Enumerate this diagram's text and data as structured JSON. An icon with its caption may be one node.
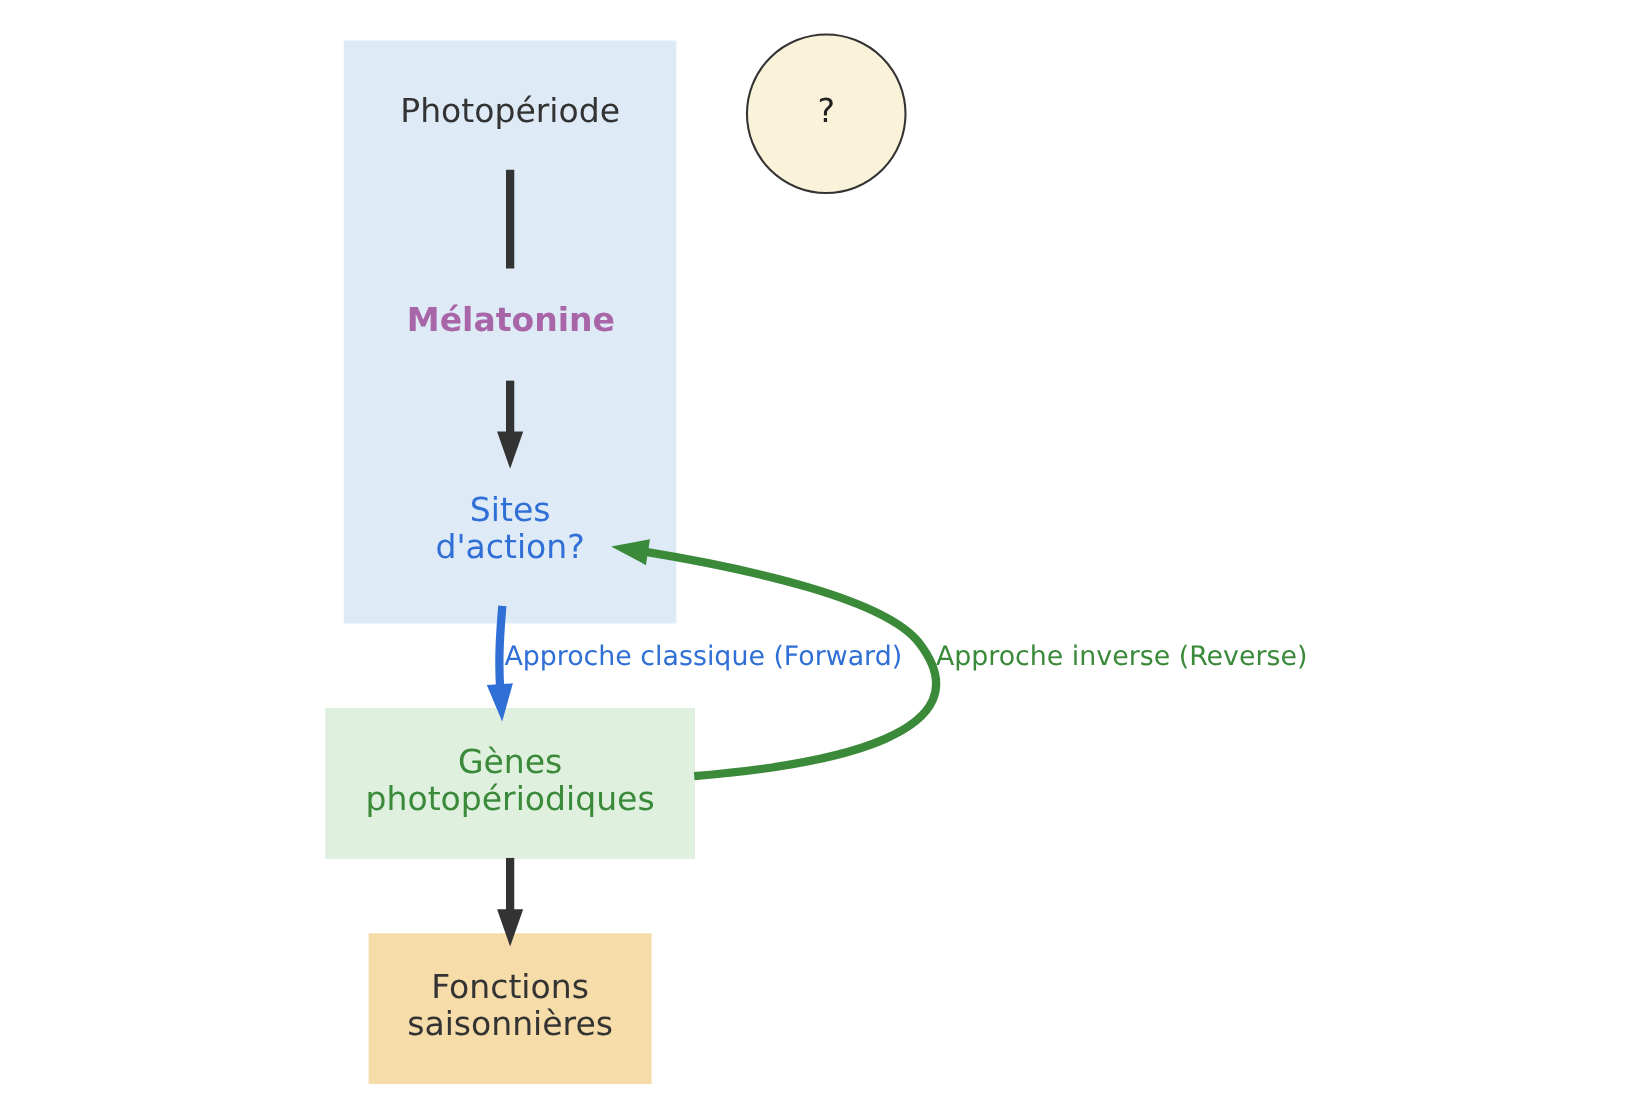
{
  "diagram": {
    "nodes": [
      {
        "text": [],
        "shape": "box"
      },
      {
        "text": [
          "Photopériode"
        ],
        "in": 0
      },
      {
        "text": [
          "Mélatonine"
        ],
        "in": 0
      },
      {
        "text": [
          "Sites d'action?"
        ],
        "in": 0
      },
      {
        "text": [
          "?"
        ]
      },
      {
        "text": [
          "Gènes photopériodiques"
        ]
      },
      {
        "text": [
          "Fonctions saisonnières"
        ]
      }
    ],
    "edges": [
      {
        "from": 1,
        "to": 2,
        "arrow": "none"
      },
      {
        "from": 2,
        "to": 3,
        "arrow": "to"
      },
      {
        "from": 3,
        "to": 5,
        "arrow": "to",
        "label": "Approche classique (Forward)",
        "color": "#2f6fd6"
      },
      {
        "from": 5,
        "to": 3,
        "arrow": "to",
        "label": "Approche inverse (Reverse)",
        "color": "#3a8a3a"
      },
      {
        "from": 5,
        "to": 6,
        "arrow": "to"
      }
    ]
  }
}
